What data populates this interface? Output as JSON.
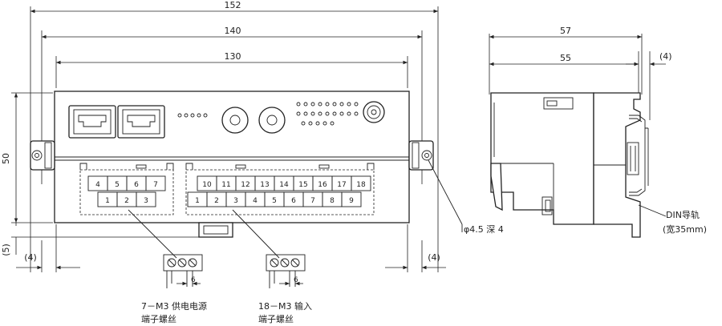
{
  "front_view": {
    "dim_152": "152",
    "dim_140": "140",
    "dim_130": "130",
    "dim_50": "50",
    "dim_5": "(5)",
    "dim_4_left": "(4)",
    "dim_4_right": "(4)",
    "terminal_top_left": [
      "4",
      "5",
      "6",
      "7"
    ],
    "terminal_bottom_left": [
      "1",
      "2",
      "3"
    ],
    "terminal_top_right": [
      "10",
      "11",
      "12",
      "13",
      "14",
      "15",
      "16",
      "17",
      "18"
    ],
    "terminal_bottom_right": [
      "1",
      "2",
      "3",
      "4",
      "5",
      "6",
      "7",
      "8",
      "9"
    ],
    "mount_hole_label": "φ4.5 深 4",
    "screw_pitch_left": "6",
    "screw_pitch_right": "6",
    "power_terminal_line1": "7－M3 供电电源",
    "power_terminal_line2": "端子螺丝",
    "input_terminal_line1": "18－M3 输入",
    "input_terminal_line2": "端子螺丝"
  },
  "side_view": {
    "dim_57": "57",
    "dim_55": "55",
    "dim_4": "(4)",
    "din_line1": "DIN导轨",
    "din_line2": "(宽35mm)"
  }
}
